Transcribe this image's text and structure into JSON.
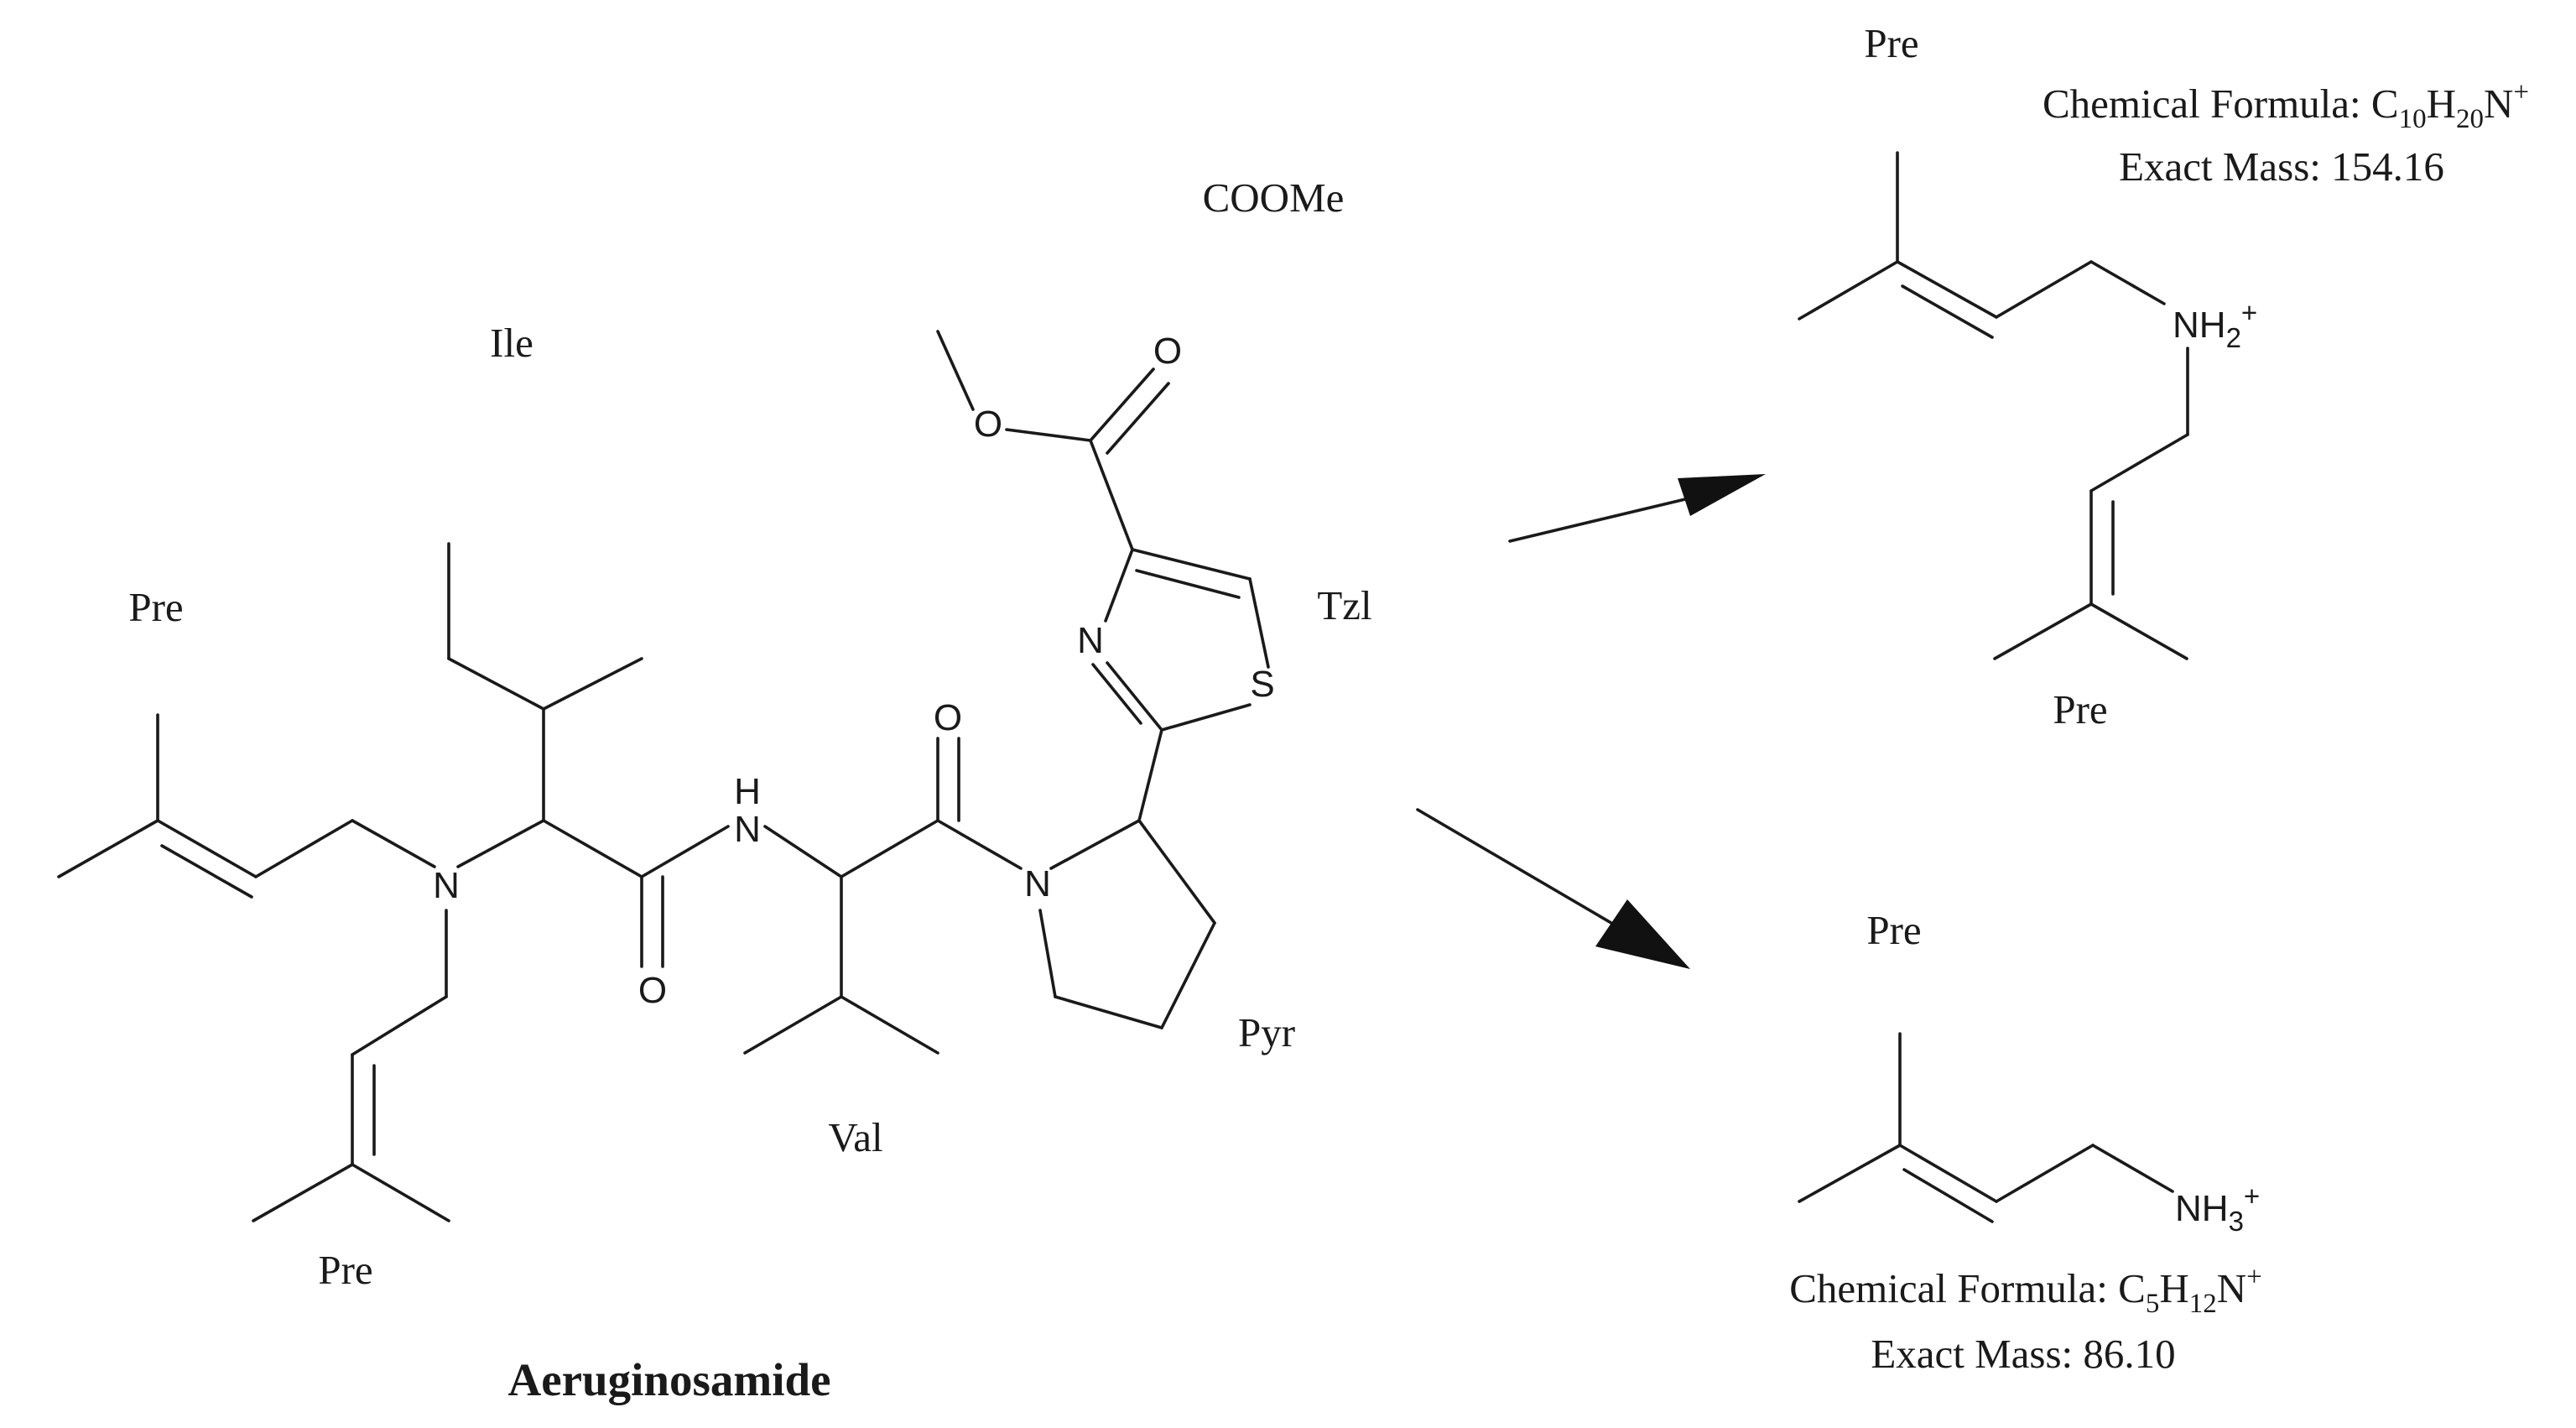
{
  "main_structure": {
    "name": "Aeruginosamide",
    "residue_labels": {
      "pre_top": "Pre",
      "pre_bottom": "Pre",
      "ile": "Ile",
      "val": "Val",
      "pyr": "Pyr",
      "tzl": "Tzl",
      "coome": "COOMe"
    },
    "atoms": {
      "N_amine": "N",
      "NH_amide_H": "H",
      "NH_amide_N": "N",
      "O_carbonyl_1": "O",
      "O_carbonyl_2": "O",
      "N_pyrrolidine": "N",
      "N_thiazole": "N",
      "S_thiazole": "S",
      "O_ester_carbonyl": "O",
      "O_ester": "O"
    }
  },
  "fragment_1": {
    "label_top": "Pre",
    "label_bottom": "Pre",
    "ion": {
      "base": "NH",
      "sub": "2",
      "sup": "+"
    },
    "formula": {
      "prefix": "Chemical Formula: C",
      "c": "10",
      "h_prefix": "H",
      "h": "20",
      "n_prefix": "N",
      "charge": "+"
    },
    "mass": "Exact Mass: 154.16"
  },
  "fragment_2": {
    "label_top": "Pre",
    "ion": {
      "base": "NH",
      "sub": "3",
      "sup": "+"
    },
    "formula": {
      "prefix": "Chemical Formula: C",
      "c": "5",
      "h_prefix": "H",
      "h": "12",
      "n_prefix": "N",
      "charge": "+"
    },
    "mass": "Exact Mass: 86.10"
  }
}
